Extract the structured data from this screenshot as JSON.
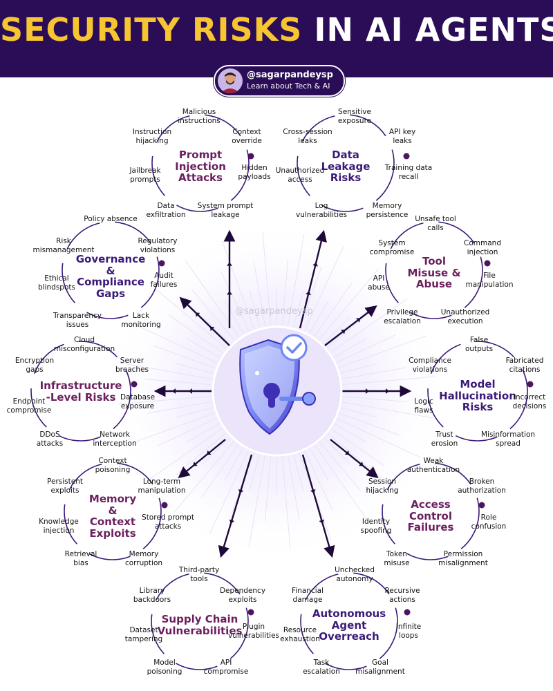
{
  "header": {
    "title_part1": "SECURITY RISKS",
    "title_part2": "IN AI AGENTS",
    "handle": "@sagarpandeysp",
    "tagline": "Learn about Tech & AI"
  },
  "watermark": "@sagarpandeysp",
  "colors": {
    "header_bg": "#2a0d56",
    "title_yellow": "#f7c531",
    "cluster_title_magenta": "#6b1f5f",
    "cluster_title_indigo": "#3b1a78",
    "arrow": "#1e0a3a"
  },
  "clusters": [
    {
      "title": "Prompt\nInjection\nAttacks",
      "items": [
        "Malicious\ninstructions",
        "Context\noverride",
        "Hidden\npayloads",
        "System prompt\nleakage",
        "Data\nexfiltration",
        "Jailbreak\nprompts",
        "Instruction\nhijacking"
      ]
    },
    {
      "title": "Data\nLeakage\nRisks",
      "items": [
        "Sensitive\nexposure",
        "API key\nleaks",
        "Training data\nrecall",
        "Memory\npersistence",
        "Log\nvulnerabilities",
        "Unauthorized\naccess",
        "Cross-session\nleaks"
      ]
    },
    {
      "title": "Tool\nMisuse &\nAbuse",
      "items": [
        "Unsafe tool\ncalls",
        "Command\ninjection",
        "File\nmanipulation",
        "Unauthorized\nexecution",
        "Privilege\nescalation",
        "API\nabuse",
        "System\ncompromise"
      ]
    },
    {
      "title": "Model\nHallucination\nRisks",
      "items": [
        "False\noutputs",
        "Fabricated\ncitations",
        "Incorrect\ndecisions",
        "Misinformation\nspread",
        "Trust\nerosion",
        "Logic\nflaws",
        "Compliance\nviolations"
      ]
    },
    {
      "title": "Access\nControl\nFailures",
      "items": [
        "Weak\nauthentication",
        "Broken\nauthorization",
        "Role\nconfusion",
        "Permission\nmisalignment",
        "Token\nmisuse",
        "Identity\nspoofing",
        "Session\nhijacking"
      ]
    },
    {
      "title": "Autonomous\nAgent\nOverreach",
      "items": [
        "Unchecked\nautonomy",
        "Recursive\nactions",
        "Infinite\nloops",
        "Goal\nmisalignment",
        "Task\nescalation",
        "Resource\nexhaustion",
        "Financial\ndamage"
      ]
    },
    {
      "title": "Supply Chain\nVulnerabilities",
      "items": [
        "Third-party\ntools",
        "Dependency\nexploits",
        "Plugin\nvulnerabilities",
        "API\ncompromise",
        "Model\npoisoning",
        "Dataset\ntampering",
        "Library\nbackdoors"
      ]
    },
    {
      "title": "Memory\n&\nContext\nExploits",
      "items": [
        "Context\npoisoning",
        "Long-term\nmanipulation",
        "Stored prompt\nattacks",
        "Memory\ncorruption",
        "Retrieval\nbias",
        "Knowledge\ninjection",
        "Persistent\nexploits"
      ]
    },
    {
      "title": "Infrastructure\n-Level Risks",
      "items": [
        "Cloud\nmisconfiguration",
        "Server\nbreaches",
        "Database\nexposure",
        "Network\ninterception",
        "DDoS\nattacks",
        "Endpoint\ncompromise",
        "Encryption\ngaps"
      ]
    },
    {
      "title": "Governance\n&\nCompliance\nGaps",
      "items": [
        "Policy absence",
        "Regulatory\nviolations",
        "Audit\nfailures",
        "Lack\nmonitoring",
        "Transparency\nissues",
        "Ethical\nblindspots",
        "Risk\nmismanagement"
      ]
    }
  ]
}
